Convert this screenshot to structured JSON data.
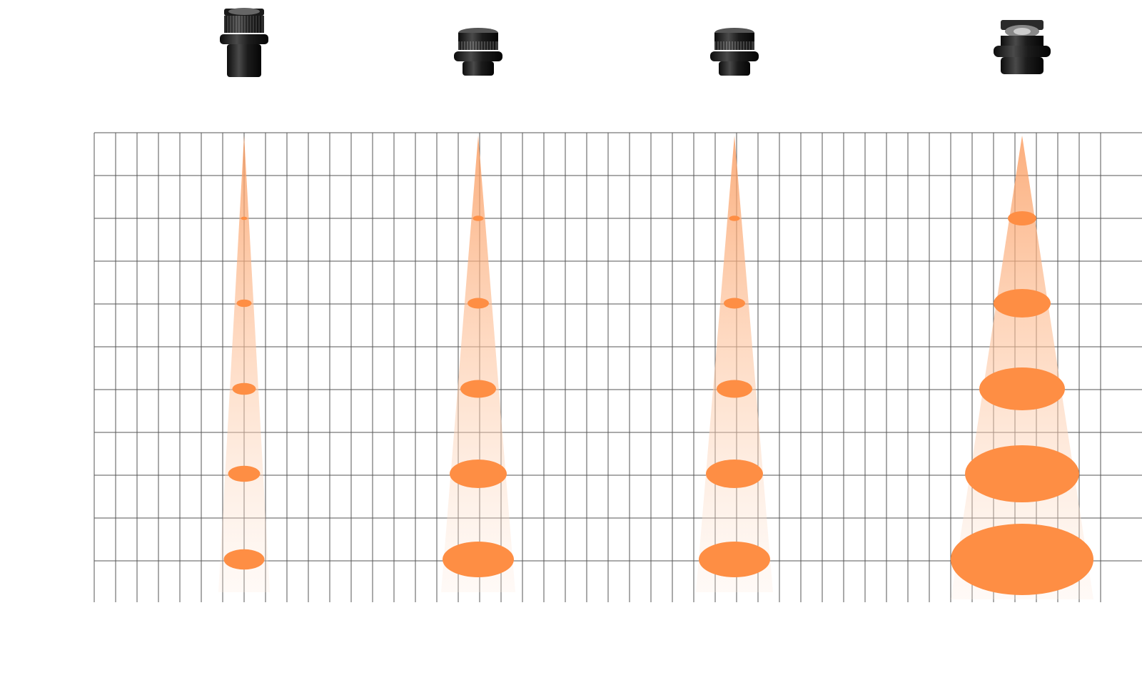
{
  "page": {
    "background": "#ffffff"
  },
  "colors": {
    "grid_line": "#555555",
    "beam_cone": "#fde0cc",
    "spot": "#fe8e44"
  },
  "lenses": [
    {
      "name": "",
      "icon": "narrow-tall-lens-icon",
      "relative_spot_size": [
        0.15,
        0.35,
        0.55,
        0.75,
        0.95
      ]
    },
    {
      "name": "",
      "icon": "short-lens-icon",
      "relative_spot_size": [
        0.15,
        0.3,
        0.5,
        0.8,
        1.0
      ]
    },
    {
      "name": "",
      "icon": "short-lens-icon",
      "relative_spot_size": [
        0.15,
        0.3,
        0.5,
        0.8,
        1.0
      ]
    },
    {
      "name": "",
      "icon": "wide-lens-icon",
      "relative_spot_size": [
        0.2,
        0.4,
        0.6,
        0.8,
        1.0
      ]
    }
  ],
  "distance_labels": [
    "",
    "",
    "",
    "",
    ""
  ],
  "y_axis_label": "",
  "x_axis_label": ""
}
